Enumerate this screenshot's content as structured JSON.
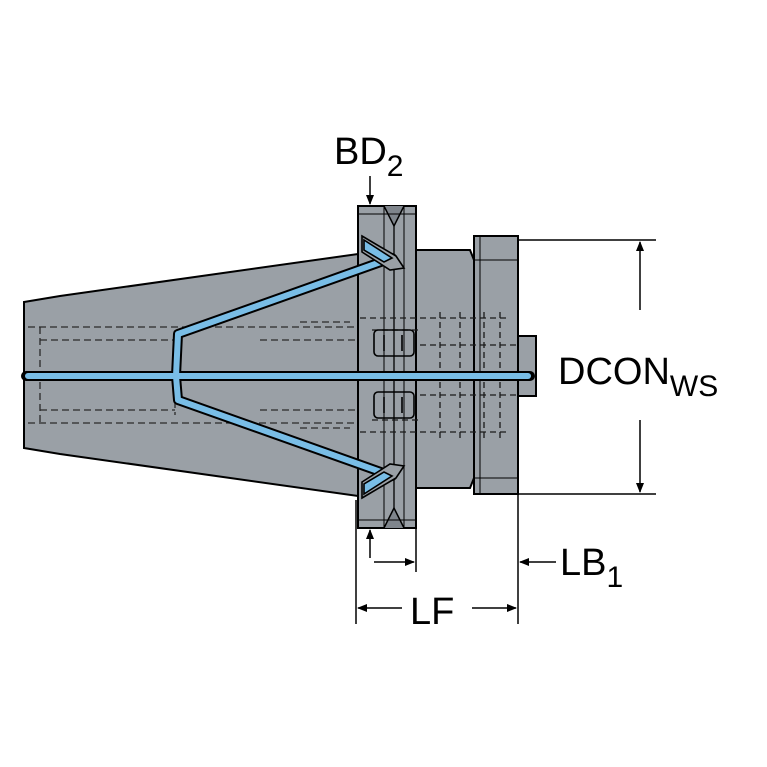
{
  "labels": {
    "bd2": {
      "main": "BD",
      "sub": "2"
    },
    "dcon_ws": {
      "main": "DCON",
      "sub": "WS"
    },
    "lb1": {
      "main": "LB",
      "sub": "1"
    },
    "lf": {
      "main": "LF"
    }
  },
  "colors": {
    "body": "#9aa0a6",
    "body_dark": "#7f858c",
    "coolant": "#79bde6",
    "outline": "#000000",
    "background": "#ffffff"
  }
}
